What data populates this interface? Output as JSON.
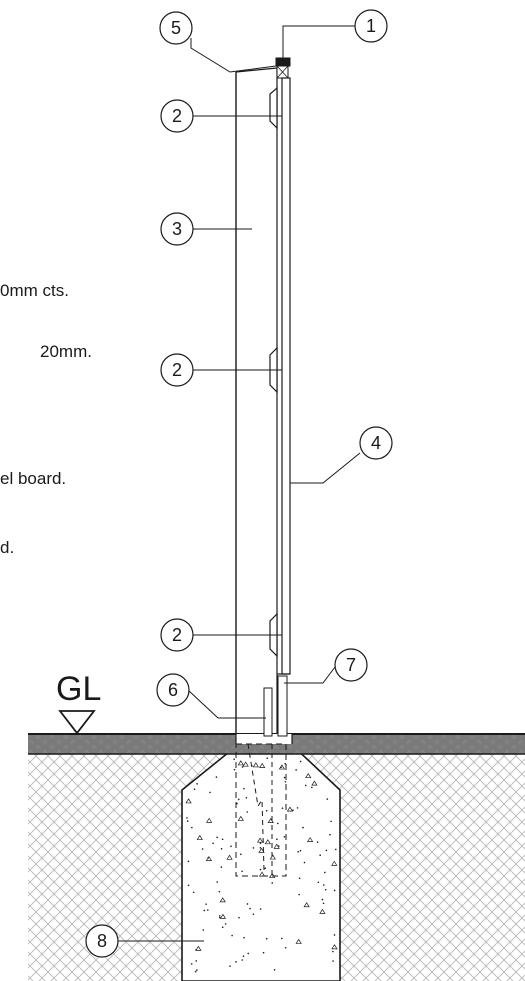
{
  "callouts": {
    "c1": "1",
    "c2_top": "2",
    "c2_mid": "2",
    "c2_bottom": "2",
    "c3": "3",
    "c4": "4",
    "c5": "5",
    "c6": "6",
    "c7": "7",
    "c8": "8"
  },
  "ground_label": "GL",
  "notes": {
    "n1": "0mm cts.",
    "n2": "20mm.",
    "n3": "el board.",
    "n4": "d."
  },
  "colors": {
    "ink": "#1a1a1a",
    "ground_band": "#7a7a7a",
    "hatch": "#b4b4b4"
  }
}
